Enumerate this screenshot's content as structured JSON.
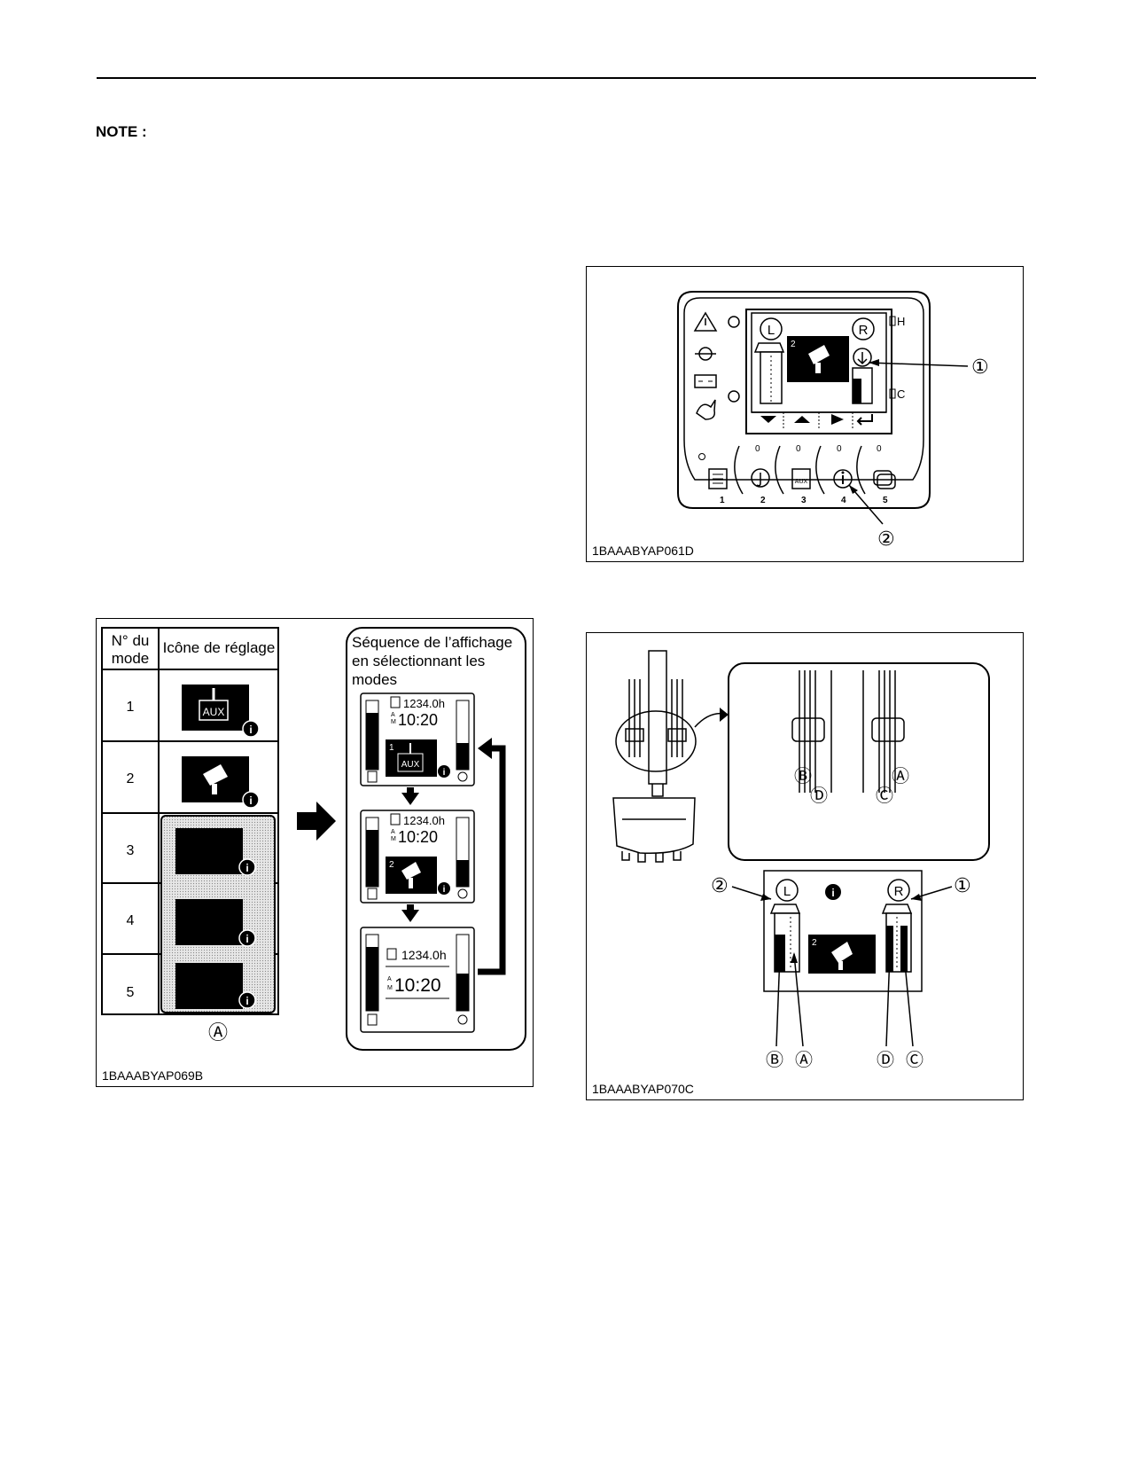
{
  "note": {
    "label": "NOTE :"
  },
  "figure_panel": {
    "code": "1BAAABYAP061D",
    "screen_labels": {
      "left": "L",
      "right": "R",
      "high": "H",
      "cold": "C",
      "mode_no": "2"
    },
    "button_numbers": [
      "1",
      "2",
      "3",
      "4",
      "5"
    ],
    "indicator_zero": "0",
    "aux_label": "AUX",
    "callouts": [
      "①",
      "②"
    ]
  },
  "figure_modes": {
    "code": "1BAAABYAP069B",
    "table": {
      "headers": [
        "N° du mode",
        "Icône de réglage"
      ],
      "rows": [
        "1",
        "2",
        "3",
        "4",
        "5"
      ],
      "footnote": "Ⓐ"
    },
    "sequence": {
      "title_lines": [
        "Séquence de l’affichage",
        "en sélectionnant les",
        "modes"
      ],
      "hours": "1234.0h",
      "time": "10:20",
      "am_top": "A",
      "am_bottom": "M",
      "aux_label": "AUX",
      "mode_1": "1",
      "mode_2": "2"
    }
  },
  "figure_levers": {
    "code": "1BAAABYAP070C",
    "pipe_labels": [
      "Ⓑ",
      "Ⓓ",
      "Ⓒ",
      "Ⓐ"
    ],
    "lever_labels": {
      "left": "L",
      "right": "R",
      "mode_no": "2"
    },
    "callouts": [
      "②",
      "①"
    ],
    "bottom_labels": [
      "Ⓑ",
      "Ⓐ",
      "Ⓓ",
      "Ⓒ"
    ]
  }
}
